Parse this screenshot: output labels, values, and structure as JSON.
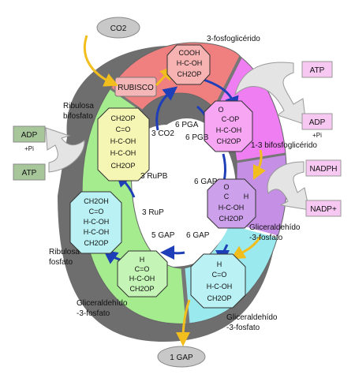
{
  "inputs": {
    "co2_top": "CO2",
    "atp_right": "ATP",
    "adp_right": "ADP",
    "pi_right": "+Pi",
    "nadph": "NADPH",
    "nadp": "NADP+",
    "adp_left": "ADP",
    "pi_left": "+Pi",
    "atp_left": "ATP",
    "gap_out": "1 GAP"
  },
  "enzyme": "RUBISCO",
  "labels": {
    "fosfoglicerido": "3-fosfoglicérido",
    "bifosfoglicerido": "1-3 bifosfoglicérido",
    "ribulosa_bifosfato": [
      "Ribulosa",
      "bifosfato"
    ],
    "ribulosa_fosfato": [
      "Ribulosa",
      "fosfato"
    ],
    "gliceraldehido_right": [
      "Gliceraldehído",
      "-3-fosfato"
    ],
    "gliceraldehido_bottom": [
      "Gliceraldehído",
      "-3-fosfato"
    ],
    "gliceraldehido_left": [
      "Gliceraldehído",
      "-3-fosfato"
    ]
  },
  "inner": {
    "co2": "3 CO2",
    "pga": "6 PGA",
    "pgb": "6 PGB",
    "gap1": "6 GAP",
    "rupb": "3 RuPB",
    "rup": "3 RuP",
    "gap2": "5 GAP",
    "gap3": "6 GAP"
  },
  "molecules": {
    "m1": [
      "COOH",
      "H-C-OH",
      "CH2OP"
    ],
    "m2": [
      "O",
      "C-OP",
      "H-C-OH",
      "CH2OP"
    ],
    "m3": [
      "O",
      "C",
      "H",
      "H-C-OH",
      "CH2OP"
    ],
    "m4": [
      "H",
      "C=O",
      "H-C-OH",
      "CH2OP"
    ],
    "m5": [
      "H",
      "C=O",
      "H-C-OH",
      "CH2OP"
    ],
    "m6": [
      "CH2OH",
      "C=O",
      "H-C-OH",
      "H-C-OH",
      "CH2OP"
    ],
    "m7": [
      "CH2OP",
      "C=O",
      "H-C-OH",
      "H-C-OH",
      "CH2OP"
    ]
  },
  "colors": {
    "seg_red": "#f08080",
    "seg_magenta": "#ee7ef2",
    "seg_purple": "#c68fe6",
    "seg_cyan": "#9ae9ee",
    "seg_green": "#a4ec8e",
    "arrow_blue": "#1f3fb8",
    "arrow_yellow": "#f2be1e",
    "shadow": "#666666"
  }
}
